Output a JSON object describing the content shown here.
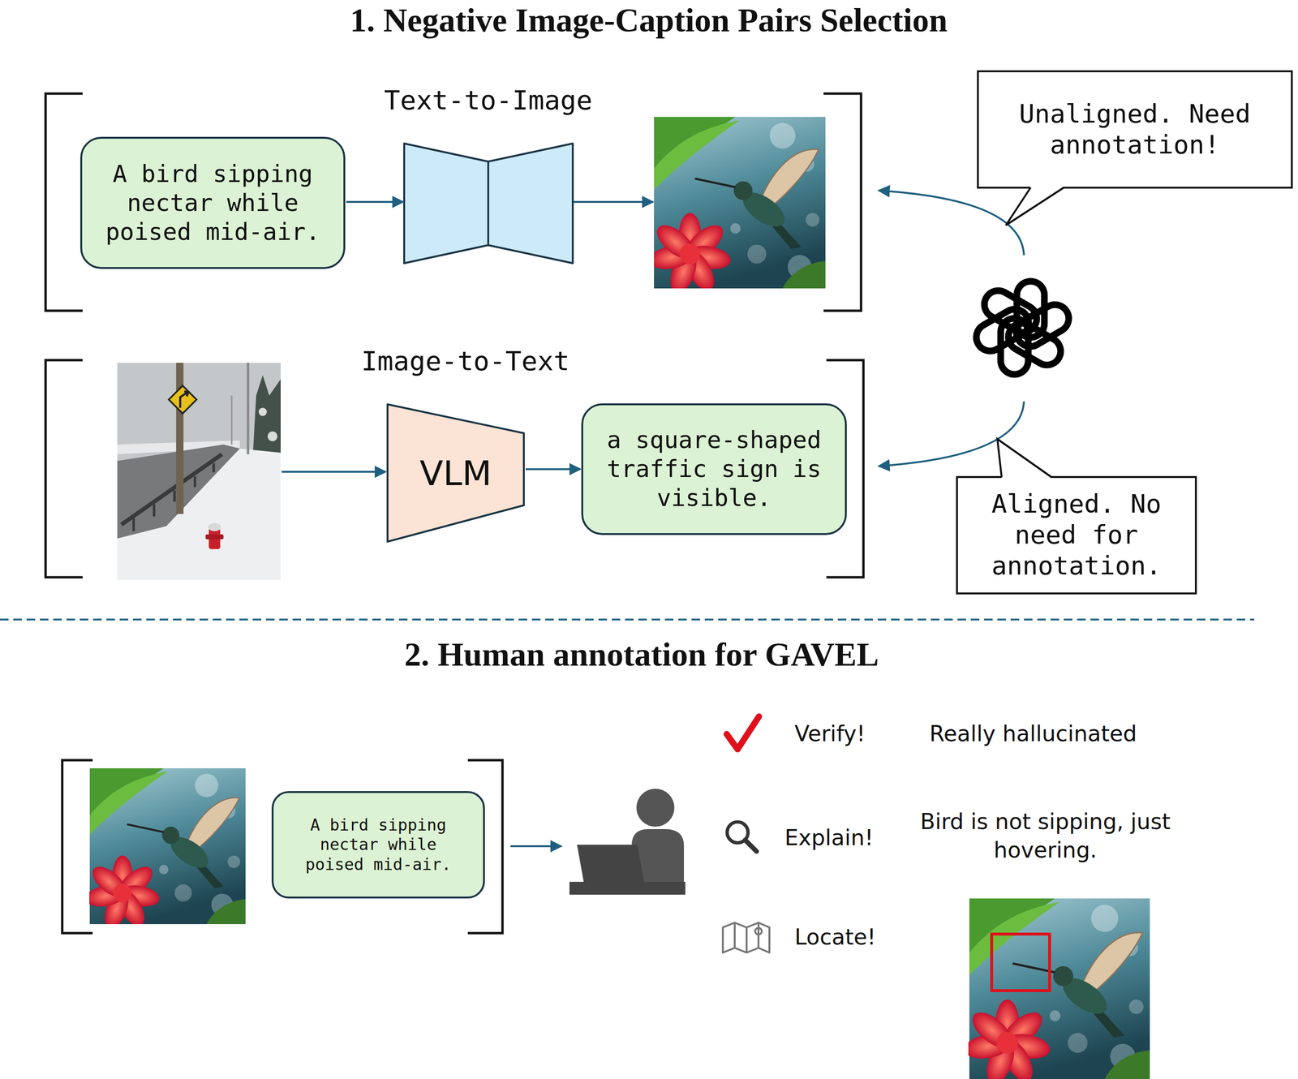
{
  "diagram": {
    "nodes": [
      {
        "text": [
          "A bird sipping nectar while poised mid-air."
        ]
      },
      {
        "text": [
          "VLM"
        ]
      },
      {
        "text": [
          "a square-shaped traffic sign is visible."
        ]
      },
      {
        "text": [
          "Unaligned. Need annotation!"
        ]
      },
      {
        "text": [
          "Aligned. No need for annotation."
        ]
      },
      {
        "text": [
          "A bird sipping nectar while poised mid-air."
        ]
      }
    ],
    "edges": [
      {
        "from": 1,
        "to": 2,
        "arrow": "to"
      }
    ],
    "labels": [
      "1. Negative Image-Caption Pairs Selection",
      "Text-to-Image",
      "Image-to-Text",
      "2. Human annotation for GAVEL",
      "Verify!",
      "Really hallucinated",
      "Explain!",
      "Bird is not sipping, just hovering.",
      "Locate!"
    ]
  }
}
